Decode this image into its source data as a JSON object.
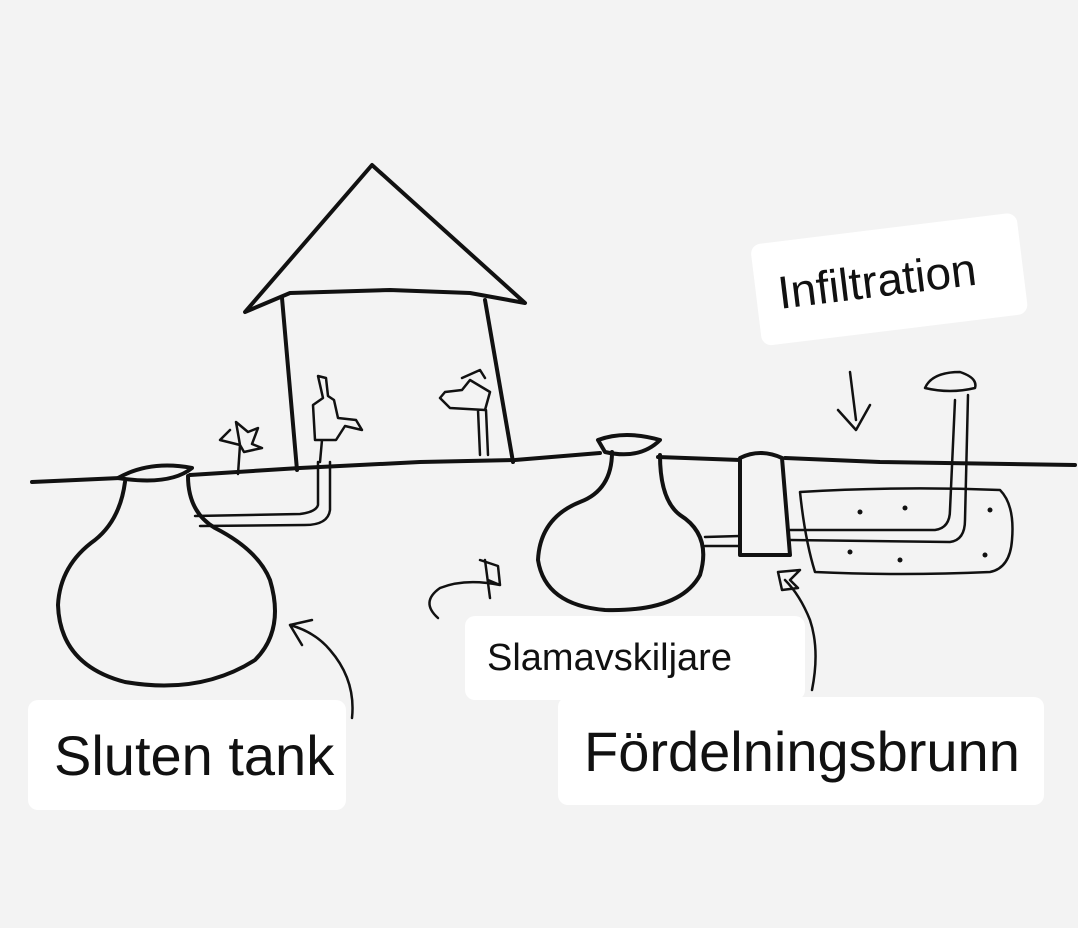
{
  "labels": {
    "infiltration": "Infiltration",
    "slamavskiljare": "Slamavskiljare",
    "sluten_tank": "Sluten tank",
    "fordelningsbrunn": "Fördelningsbrunn"
  },
  "colors": {
    "ink": "#111111",
    "background": "#f3f3f3",
    "label_background": "#ffffff"
  }
}
